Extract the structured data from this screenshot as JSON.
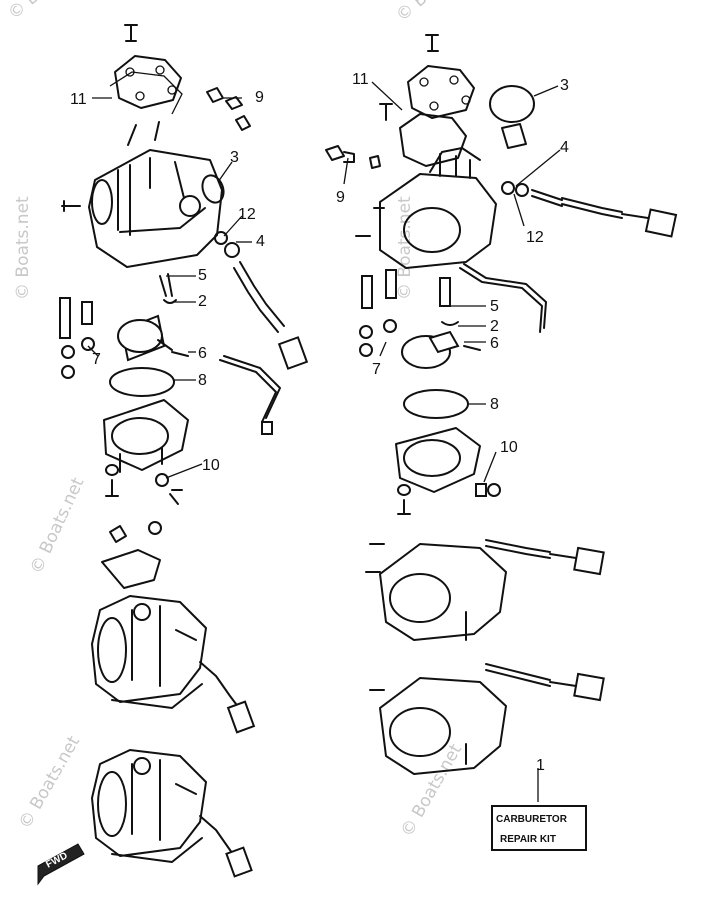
{
  "watermark": "© Boats.net",
  "callouts_left": [
    "11",
    "9",
    "3",
    "12",
    "4",
    "5",
    "2",
    "6",
    "7",
    "8",
    "10"
  ],
  "callouts_right": [
    "11",
    "3",
    "4",
    "9",
    "12",
    "5",
    "2",
    "6",
    "7",
    "8",
    "10",
    "1"
  ],
  "repair_kit": {
    "line1": "CARBURETOR",
    "line2": "REPAIR KIT"
  },
  "fwd_label": "FWD"
}
